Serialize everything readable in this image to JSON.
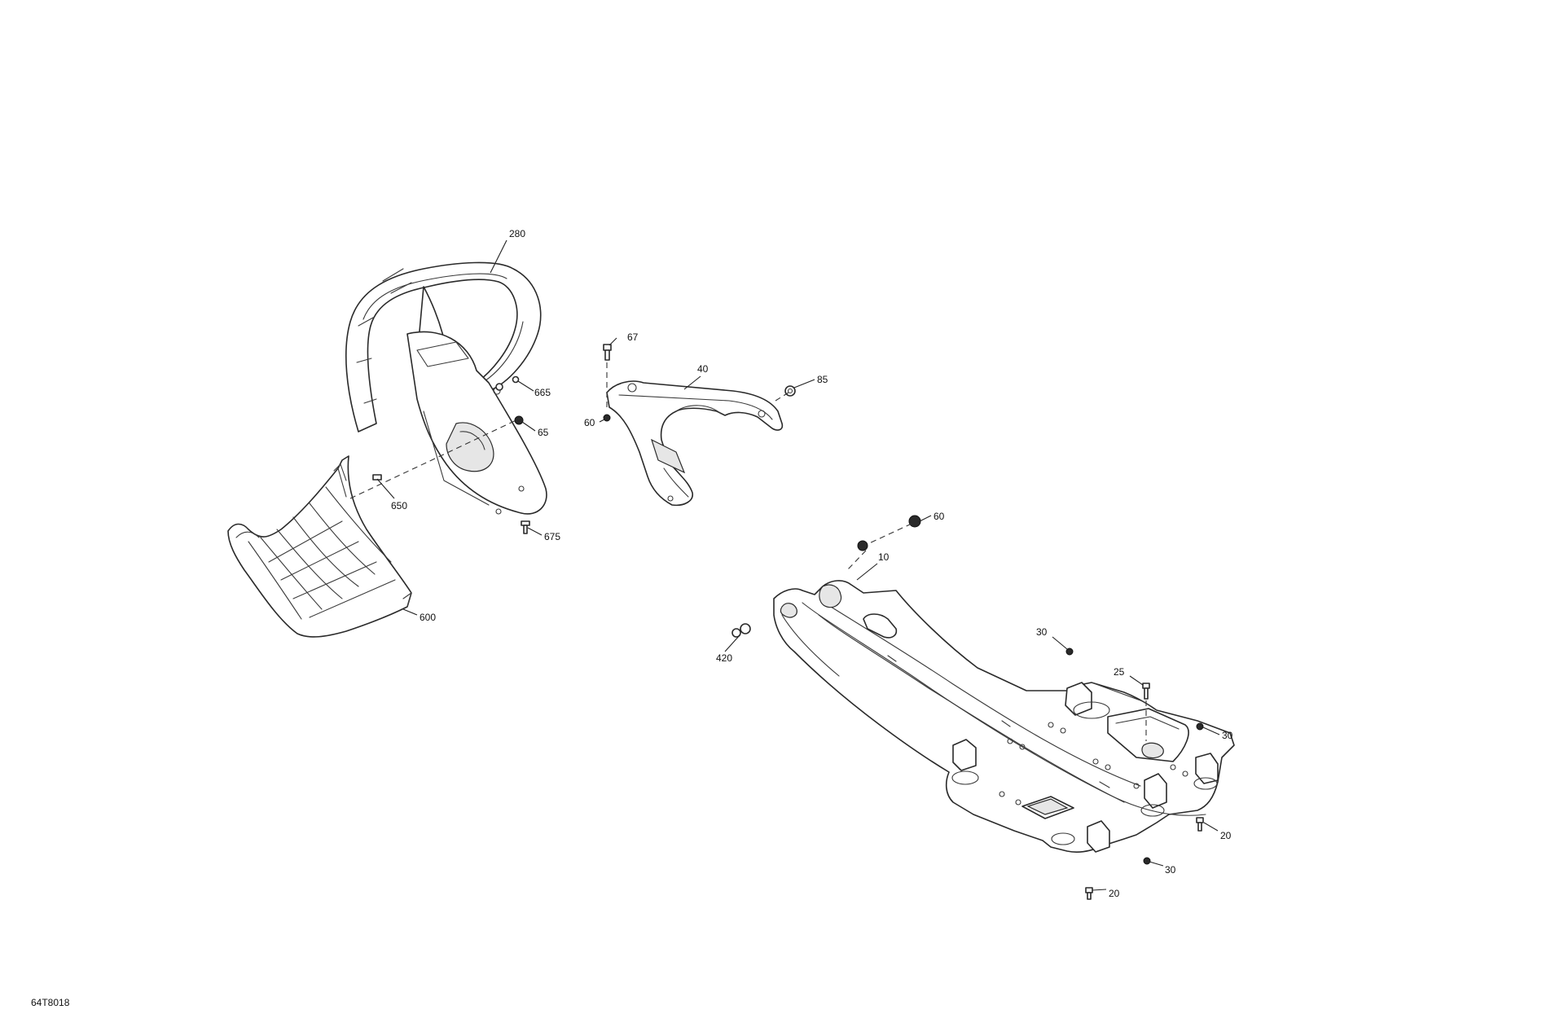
{
  "diagram_code": "64T8018",
  "callouts": {
    "c280": "280",
    "c665": "665",
    "c65": "65",
    "c650": "650",
    "c675": "675",
    "c600": "600",
    "c67": "67",
    "c40": "40",
    "c85": "85",
    "c60a": "60",
    "c60b": "60",
    "c10": "10",
    "c420": "420",
    "c30a": "30",
    "c25": "25",
    "c30b": "30",
    "c20a": "20",
    "c30c": "30",
    "c20b": "20"
  }
}
